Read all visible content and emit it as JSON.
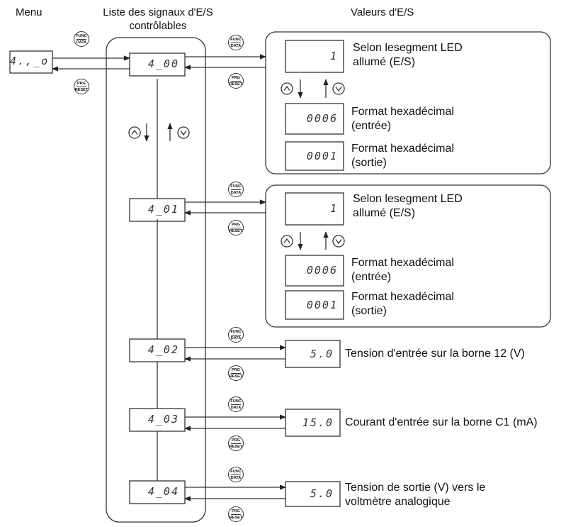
{
  "headers": {
    "menu": "Menu",
    "signals_list": "Liste des signaux d'E/S\ncontrôlables",
    "io_values": "Valeurs d'E/S"
  },
  "menu_display": "4.,_o",
  "buttons": {
    "func_top": "FUNC",
    "func_bottom": "DATA",
    "prg_top": "PRG",
    "prg_bottom": "RESET"
  },
  "icons": [
    "up-circle-icon",
    "down-circle-icon",
    "arrow-down-icon",
    "arrow-up-icon"
  ],
  "codes": [
    "4_00",
    "4_01",
    "4_02",
    "4_03",
    "4_04"
  ],
  "groups": [
    {
      "value1": "1",
      "label1": "Selon lesegment LED\nallumé (E/S)",
      "value2": "0006",
      "label2": "Format hexadécimal\n(entrée)",
      "value3": "0001",
      "label3": "Format hexadécimal\n(sortie)"
    },
    {
      "value1": "1",
      "label1": "Selon lesegment LED\nallumé (E/S)",
      "value2": "0006",
      "label2": "Format hexadécimal\n(entrée)",
      "value3": "0001",
      "label3": "Format hexadécimal\n(sortie)"
    }
  ],
  "singles": [
    {
      "value": "5.0",
      "label": "Tension d'entrée sur la borne 12 (V)"
    },
    {
      "value": "15.0",
      "label": "Courant d'entrée sur la borne C1 (mA)"
    },
    {
      "value": "5.0",
      "label": "Tension de sortie (V) vers le\nvoltmètre analogique"
    }
  ]
}
